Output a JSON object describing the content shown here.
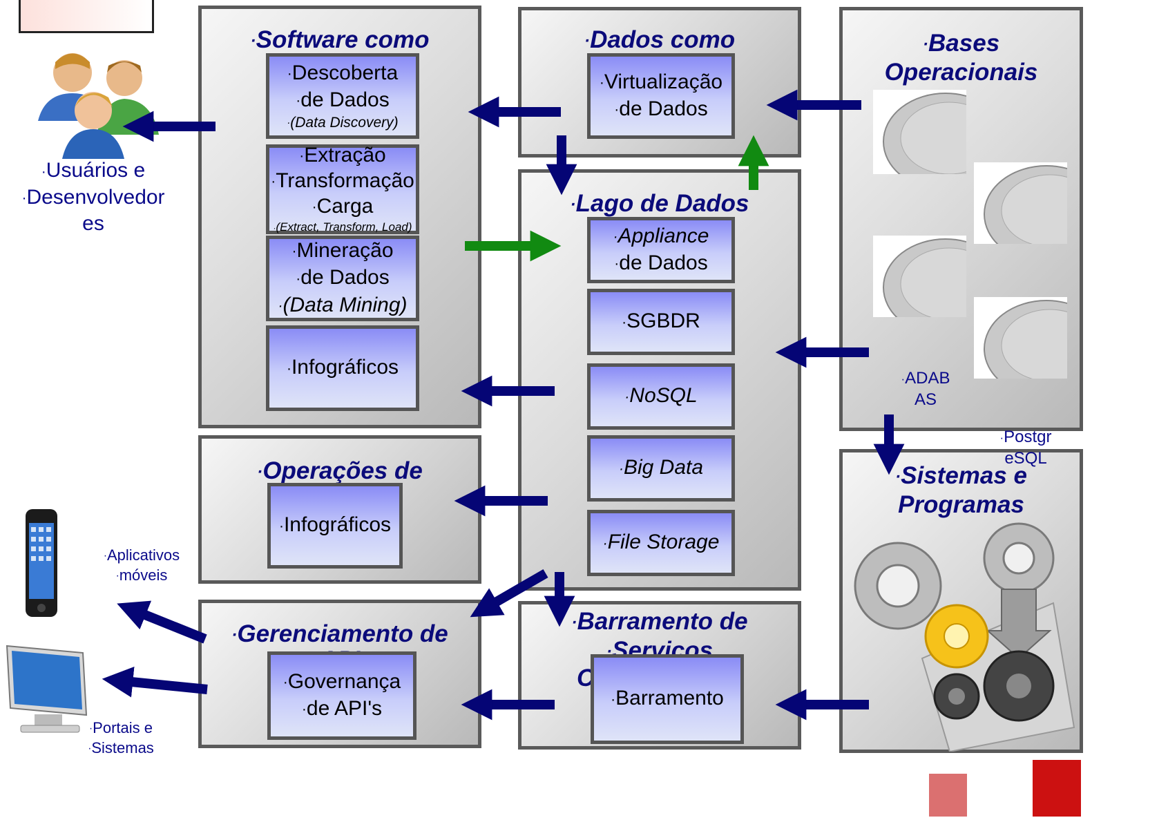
{
  "legend_box": "",
  "users": {
    "line1": "Usuários e",
    "line2": "Desenvolvedor",
    "line3": "es"
  },
  "software": {
    "title": "Software como",
    "discovery": {
      "l1": "Descoberta",
      "l2": "de Dados",
      "l3": "(Data Discovery)"
    },
    "etl": {
      "l1": "Extração",
      "l2": "Transformação",
      "l3": "Carga",
      "l4": "(Extract, Transform, Load)"
    },
    "mining": {
      "l1": "Mineração",
      "l2": "de Dados",
      "l3": "(Data Mining)"
    },
    "infographics": "Infográficos"
  },
  "data_service": {
    "title": "Dados como",
    "virtualization": {
      "l1": "Virtualização",
      "l2": "de Dados"
    }
  },
  "bases": {
    "title_l1": "Bases",
    "title_l2": "Operacionais",
    "adabas_l1": "ADAB",
    "adabas_l2": "AS",
    "postgres_l1": "Postgr",
    "postgres_l2": "eSQL"
  },
  "lake": {
    "title": "Lago de Dados",
    "appliance": {
      "l1": "Appliance",
      "l2": "de Dados"
    },
    "sgbdr": "SGBDR",
    "nosql": "NoSQL",
    "bigdata": "Big Data",
    "filestorage": "File Storage"
  },
  "operations": {
    "title": "Operações de",
    "infographics": "Infográficos"
  },
  "systems": {
    "title_l1": "Sistemas e",
    "title_l2": "Programas"
  },
  "mobile": {
    "l1": "Aplicativos",
    "l2": "móveis"
  },
  "portals": {
    "l1": "Portais e",
    "l2": "Sistemas"
  },
  "api": {
    "title": "Gerenciamento de",
    "title_overflow": "API",
    "governance": {
      "l1": "Governança",
      "l2": "de API's"
    }
  },
  "bus": {
    "title_l1": "Barramento de",
    "title_l2": "Servicos",
    "title_l3": "C",
    "inner": "Barramento"
  },
  "colors": {
    "arrow_blue": "#050575",
    "arrow_green": "#118a11",
    "title_blue": "#0b0b7a"
  }
}
